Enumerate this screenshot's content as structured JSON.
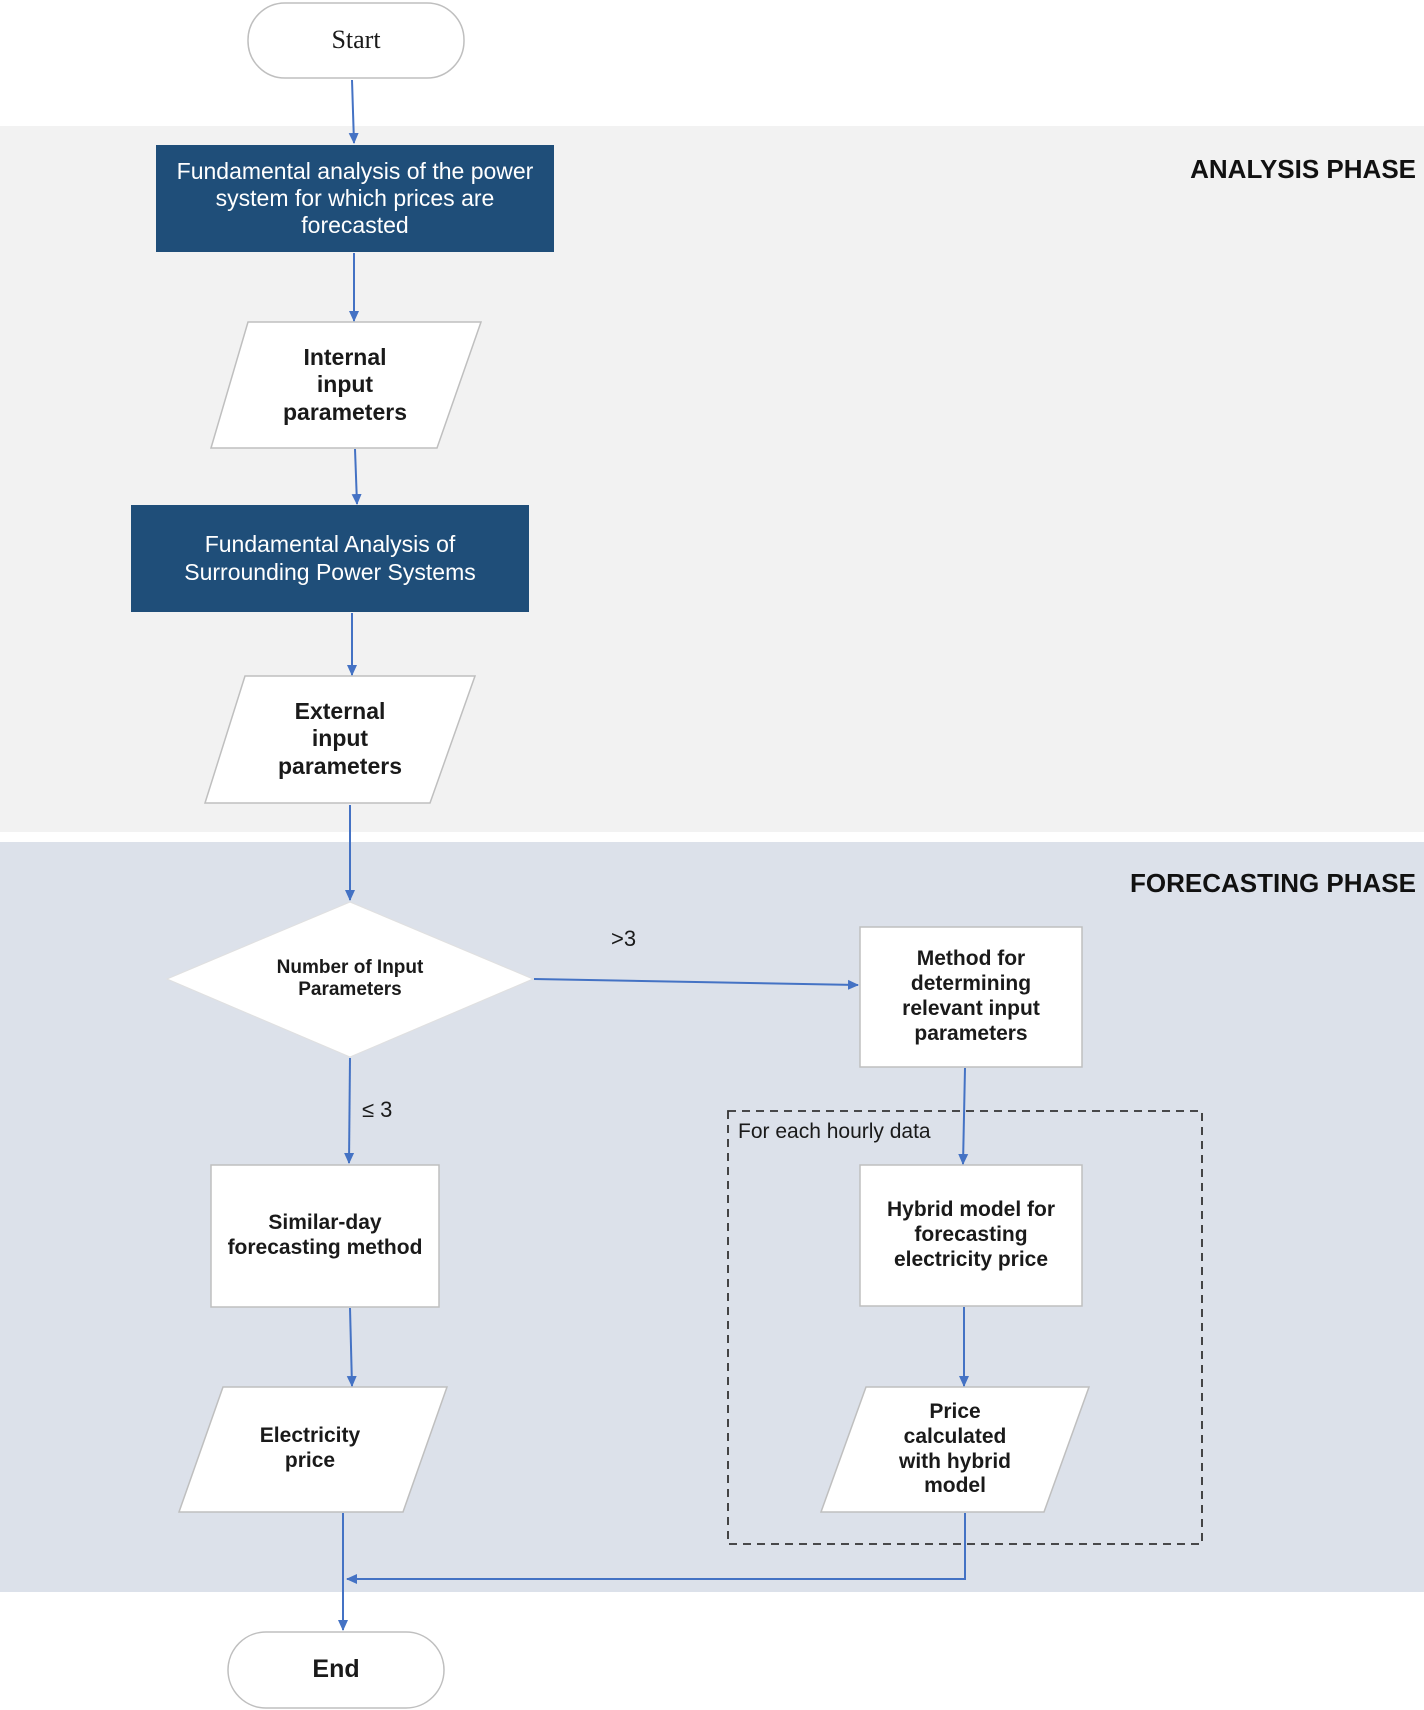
{
  "phases": {
    "analysis": "ANALYSIS PHASE",
    "forecasting": "FORECASTING PHASE"
  },
  "nodes": {
    "start": "Start",
    "fundamental_analysis": "Fundamental analysis of the power\nsystem for which prices are\nforecasted",
    "internal_inputs": "Internal\ninput\nparameters",
    "surrounding_analysis": "Fundamental Analysis of\nSurrounding Power Systems",
    "external_inputs": "External\ninput\nparameters",
    "decision": "Number of Input\nParameters",
    "method_relevant": "Method for\ndetermining\nrelevant input\nparameters",
    "similar_day": "Similar-day\nforecasting method",
    "hybrid_model": "Hybrid model for\nforecasting\nelectricity price",
    "electricity_price": "Electricity\nprice",
    "price_hybrid": "Price\ncalculated\nwith hybrid\nmodel",
    "end": "End"
  },
  "edge_labels": {
    "greater": ">3",
    "less_equal": "≤ 3"
  },
  "loop_group": {
    "label": "For each hourly data"
  },
  "colors": {
    "navy": "#1f4e79",
    "arrow": "#4472c4",
    "analysis_band": "#f2f2f2",
    "forecast_band": "#dce1ea",
    "shape_border": "#bfbfbf"
  }
}
